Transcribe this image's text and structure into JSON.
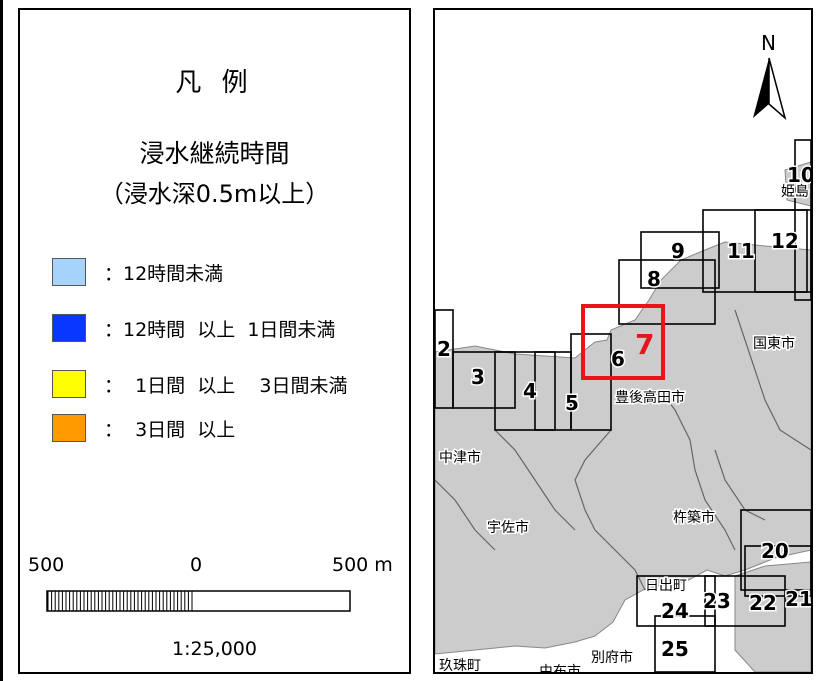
{
  "legend": {
    "title": "凡 例",
    "subtitle_line1": "浸水継続時間",
    "subtitle_line2": "（浸水深0.5m以上）",
    "items": [
      {
        "label": "：12時間未満",
        "color": "#a6d3fa"
      },
      {
        "label": "：12時間  以上  1日間未満",
        "color": "#0a37ff"
      },
      {
        "label": "：  1日間  以上    3日間未満",
        "color": "#ffff00"
      },
      {
        "label": "：  3日間  以上",
        "color": "#ff9a00"
      }
    ],
    "scale": {
      "left_label": "500",
      "mid_label": "0",
      "right_label": "500  m",
      "ratio": "1:25,000"
    }
  },
  "map": {
    "north_label": "N",
    "sheets": [
      {
        "label": "2"
      },
      {
        "label": "3"
      },
      {
        "label": "4"
      },
      {
        "label": "5"
      },
      {
        "label": "6"
      },
      {
        "label": "7"
      },
      {
        "label": "8"
      },
      {
        "label": "9"
      },
      {
        "label": "11"
      },
      {
        "label": "12"
      },
      {
        "label": "10"
      },
      {
        "label": "20"
      },
      {
        "label": "21"
      },
      {
        "label": "22"
      },
      {
        "label": "23"
      },
      {
        "label": "24"
      },
      {
        "label": "25"
      }
    ],
    "places": [
      {
        "label": "姫島"
      },
      {
        "label": "国東市"
      },
      {
        "label": "豊後高田市"
      },
      {
        "label": "中津市"
      },
      {
        "label": "宇佐市"
      },
      {
        "label": "杵築市"
      },
      {
        "label": "日出町"
      },
      {
        "label": "玖珠町"
      },
      {
        "label": "由布市"
      },
      {
        "label": "別府市"
      }
    ],
    "highlight_color": "#e8141c",
    "land_color": "#cccccc"
  }
}
